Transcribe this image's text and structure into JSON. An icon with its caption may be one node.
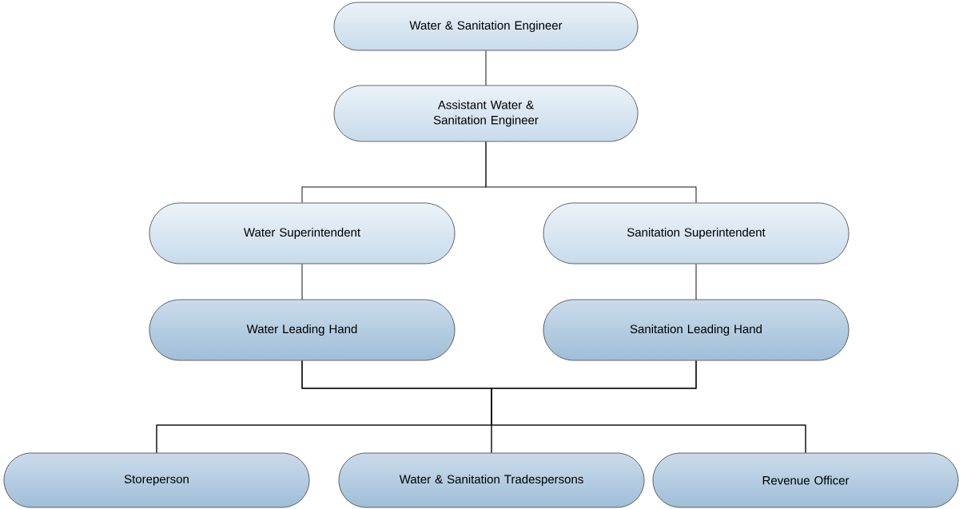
{
  "diagram": {
    "nodes": [
      {
        "text": [
          "Water & Sanitation Engineer"
        ]
      },
      {
        "text": [
          "Assistant Water & Sanitation Engineer"
        ]
      },
      {
        "text": [
          "Water Superintendent"
        ]
      },
      {
        "text": [
          "Sanitation Superintendent"
        ]
      },
      {
        "text": [
          "Water Leading Hand"
        ]
      },
      {
        "text": [
          "Sanitation Leading Hand"
        ]
      },
      {
        "text": [
          "Storeperson"
        ]
      },
      {
        "text": [
          "Water & Sanitation Tradespersons"
        ]
      },
      {
        "text": [
          "Revenue Officer"
        ]
      }
    ],
    "edges": [
      {
        "from": 0,
        "to": 1,
        "arrow": "none"
      },
      {
        "from": 1,
        "to": 2,
        "arrow": "none"
      },
      {
        "from": 1,
        "to": 3,
        "arrow": "none"
      },
      {
        "from": 2,
        "to": 4,
        "arrow": "none"
      },
      {
        "from": 3,
        "to": 5,
        "arrow": "none"
      },
      {
        "from": 4,
        "to": 6,
        "arrow": "none"
      },
      {
        "from": 4,
        "to": 7,
        "arrow": "none"
      },
      {
        "from": 4,
        "to": 8,
        "arrow": "none"
      },
      {
        "from": 5,
        "to": 6,
        "arrow": "none"
      },
      {
        "from": 5,
        "to": 7,
        "arrow": "none"
      },
      {
        "from": 5,
        "to": 8,
        "arrow": "none"
      }
    ]
  }
}
